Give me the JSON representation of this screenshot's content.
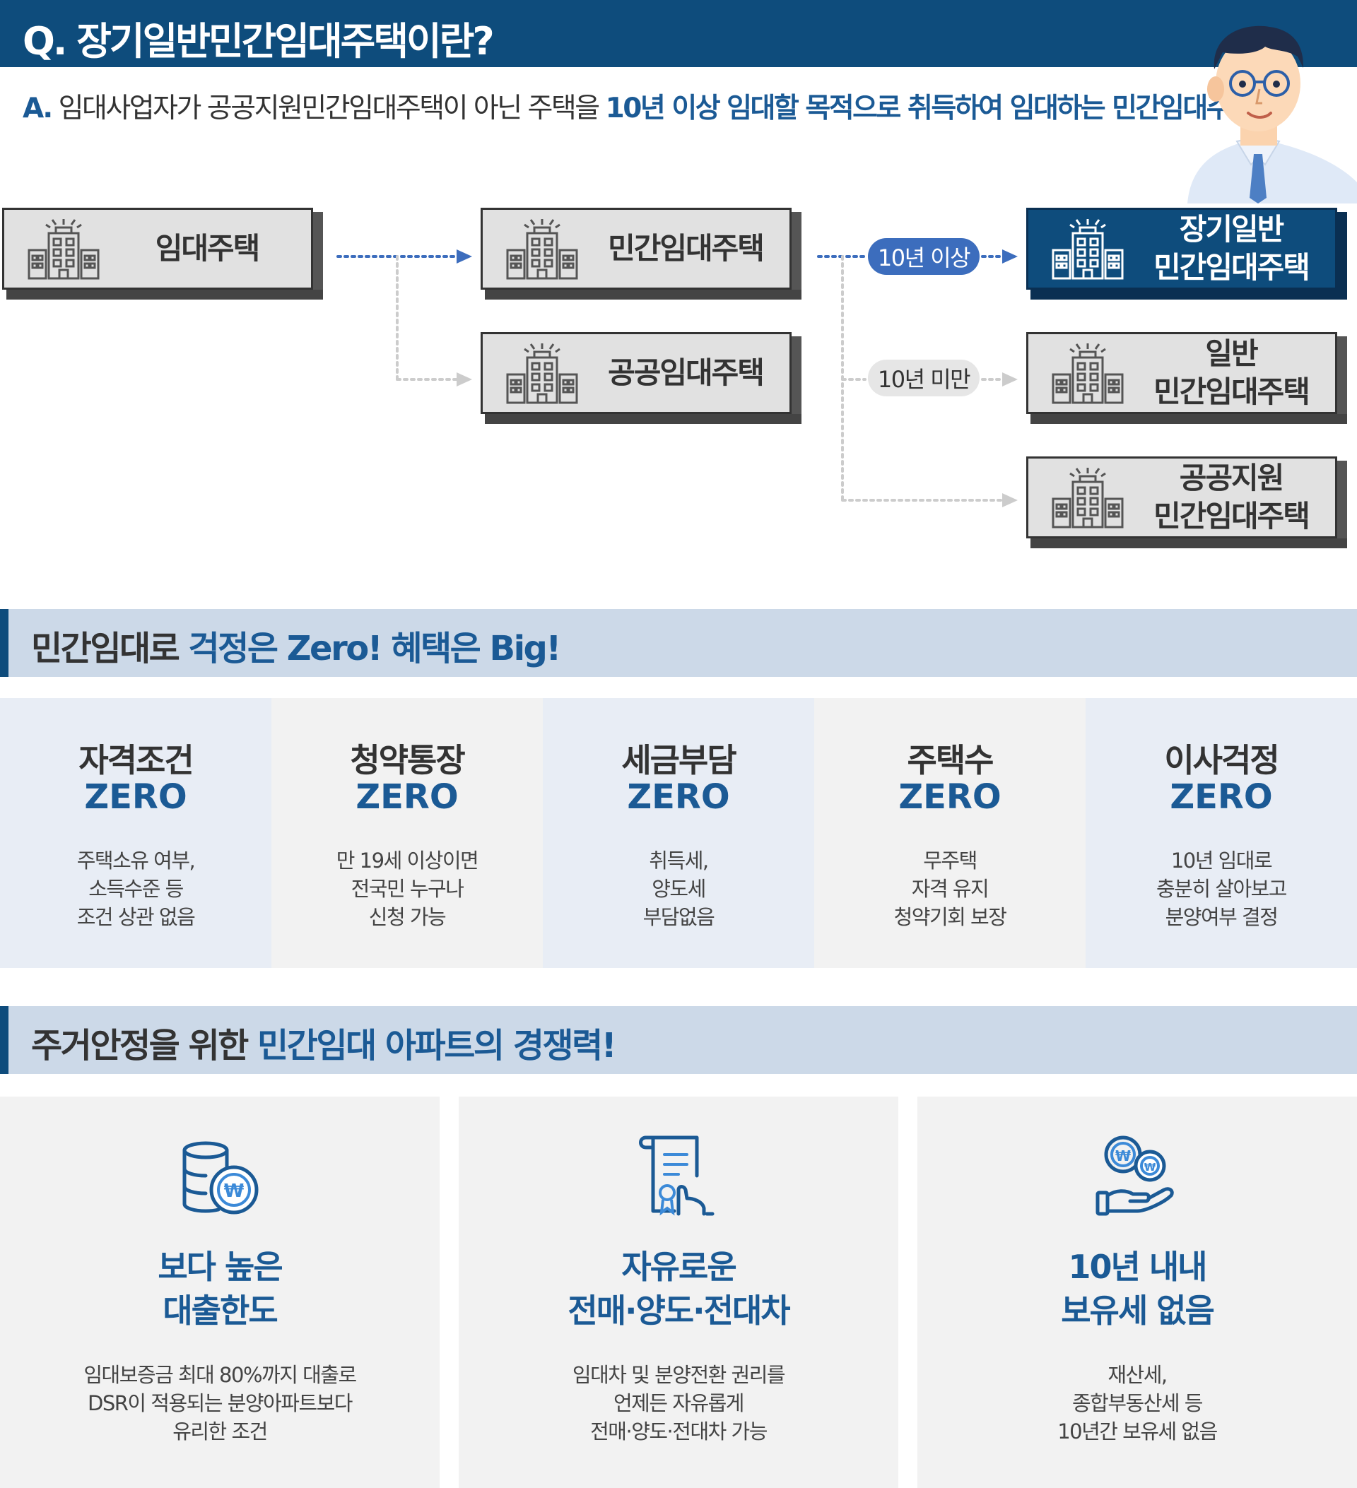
{
  "header": {
    "question": "Q. 장기일반민간임대주택이란?",
    "answer_lead": "A.",
    "answer_text": " 임대사업자가 공공지원민간임대주택이 아닌 주택을 ",
    "answer_highlight": "10년 이상 임대할 목적으로 취득하여 임대하는 민간임대주택"
  },
  "diagram": {
    "root": "임대주택",
    "private": "민간임대주택",
    "public": "공공임대주택",
    "long_term": "장기일반\n민간임대주택",
    "general": "일반\n민간임대주택",
    "public_support": "공공지원\n민간임대주택",
    "pill_over": "10년 이상",
    "pill_under": "10년 미만",
    "colors": {
      "navy": "#0e4c7c",
      "pill_blue": "#3c6dbd",
      "box_gray": "#e1e1e1"
    }
  },
  "section1": {
    "title_plain": "민간임대로 ",
    "title_highlight": "걱정은 Zero! 혜택은 Big!"
  },
  "zero_cards": [
    {
      "title": "자격조건",
      "zero": "ZERO",
      "desc": "주택소유 여부,\n소득수준 등\n조건 상관 없음"
    },
    {
      "title": "청약통장",
      "zero": "ZERO",
      "desc": "만 19세 이상이면\n전국민 누구나\n신청 가능"
    },
    {
      "title": "세금부담",
      "zero": "ZERO",
      "desc": "취득세,\n양도세\n부담없음"
    },
    {
      "title": "주택수",
      "zero": "ZERO",
      "desc": "무주택\n자격 유지\n청약기회 보장"
    },
    {
      "title": "이사걱정",
      "zero": "ZERO",
      "desc": "10년 임대로\n충분히 살아보고\n분양여부 결정"
    }
  ],
  "section2": {
    "title_plain": "주거안정을 위한 ",
    "title_highlight": "민간임대 아파트의 경쟁력!"
  },
  "benefit_cards": [
    {
      "icon": "coins-won-icon",
      "title": "보다 높은\n대출한도",
      "desc": "임대보증금 최대 80%까지 대출로\nDSR이 적용되는 분양아파트보다\n유리한 조건"
    },
    {
      "icon": "contract-document-icon",
      "title": "자유로운\n전매·양도·전대차",
      "desc": "임대차 및 분양전환 권리를\n언제든 자유롭게\n전매·양도·전대차 가능"
    },
    {
      "icon": "hand-coins-icon",
      "title": "10년 내내\n보유세 없음",
      "desc": "재산세,\n종합부동산세 등\n10년간 보유세 없음"
    }
  ]
}
